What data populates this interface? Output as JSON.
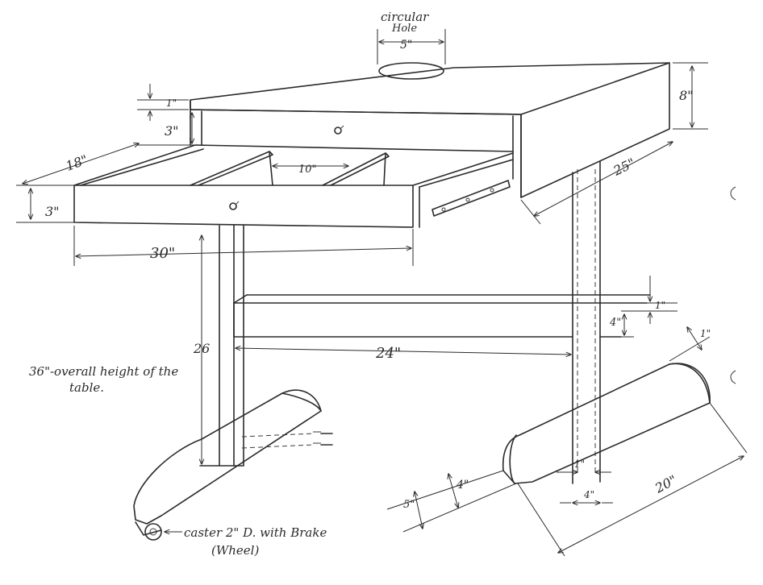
{
  "labels": {
    "circular_hole": "circular",
    "hole": "Hole",
    "hole_dia": "5\"",
    "apron_height": "8\"",
    "top_thickness": "1\"",
    "drawer_front_height": "3\"",
    "drawer_depth": "18\"",
    "divider_spacing": "10\"",
    "drawer_side_height": "3\"",
    "table_depth": "25\"",
    "drawer_width": "30\"",
    "stretcher_thickness": "1\"",
    "stretcher_height": "4\"",
    "leg_height": "26",
    "stretcher_length": "24\"",
    "overall_line1": "36\"-overall height of the",
    "overall_line2": "table.",
    "foot_thickness": "1\"",
    "foot_length": "20\"",
    "foot_height_inner": "4\"",
    "foot_height_outer": "5\"",
    "leg_thickness": "1\"",
    "leg_width": "4\"",
    "caster_line1": "caster 2\" D. with Brake",
    "caster_line2": "(Wheel)"
  }
}
